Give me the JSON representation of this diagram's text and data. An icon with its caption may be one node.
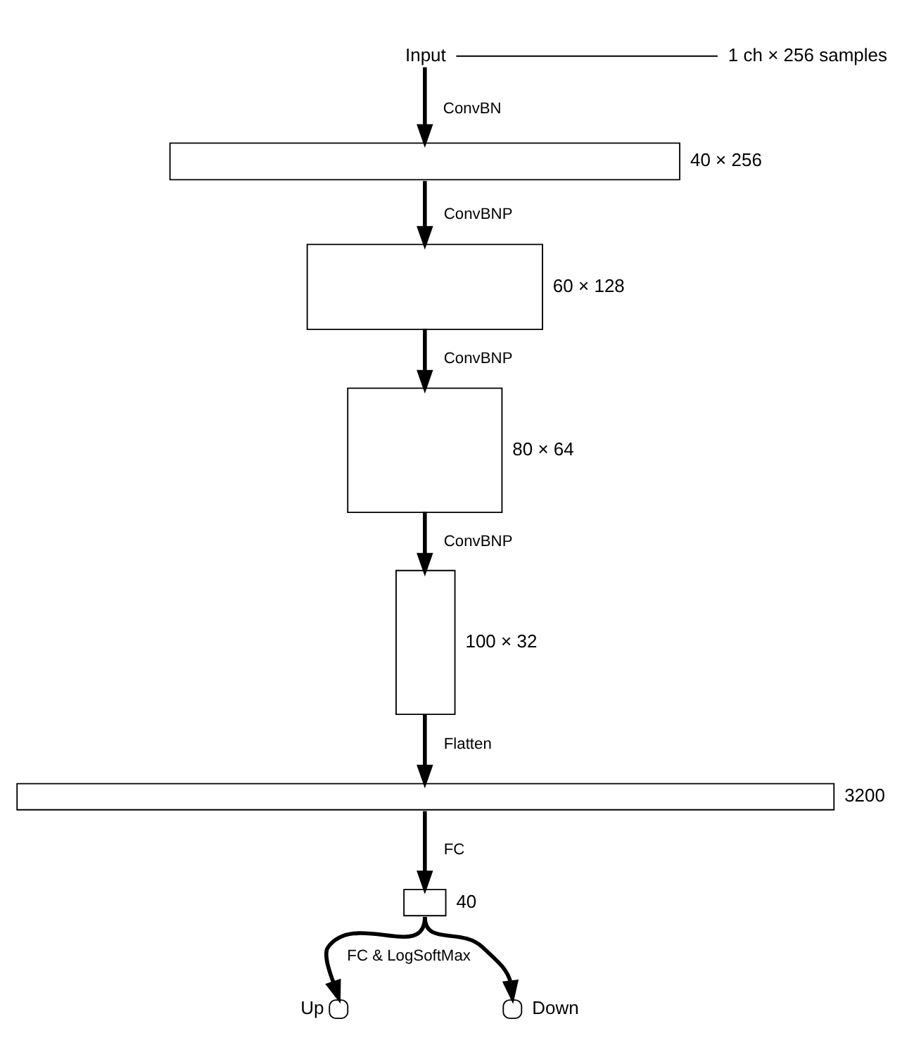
{
  "diagram": {
    "nodes": [
      {
        "text": [
          "Input"
        ],
        "beside": [
          "1 ch × 256 samples"
        ]
      },
      {
        "text": [],
        "shape": "box",
        "beside": [
          "40 × 256"
        ]
      },
      {
        "text": [],
        "shape": "box",
        "beside": [
          "60 × 128"
        ]
      },
      {
        "text": [],
        "shape": "box",
        "beside": [
          "80 × 64"
        ]
      },
      {
        "text": [],
        "shape": "box",
        "beside": [
          "100 × 32"
        ]
      },
      {
        "text": [],
        "shape": "box",
        "beside": [
          "3200"
        ]
      },
      {
        "text": [],
        "shape": "box",
        "beside": [
          "40"
        ]
      },
      {
        "text": [],
        "shape": "circle",
        "beside": [
          "Up"
        ]
      },
      {
        "text": [],
        "shape": "circle",
        "beside": [
          "Down"
        ]
      }
    ],
    "edges": [
      {
        "from": 0,
        "to": 1,
        "arrow": "to",
        "label": "ConvBN"
      },
      {
        "from": 1,
        "to": 2,
        "arrow": "to",
        "label": "ConvBNP"
      },
      {
        "from": 2,
        "to": 3,
        "arrow": "to",
        "label": "ConvBNP"
      },
      {
        "from": 3,
        "to": 4,
        "arrow": "to",
        "label": "ConvBNP"
      },
      {
        "from": 4,
        "to": 5,
        "arrow": "to",
        "label": "Flatten"
      },
      {
        "from": 5,
        "to": 6,
        "arrow": "to",
        "label": "FC"
      },
      {
        "from": 6,
        "to": 7,
        "arrow": "to",
        "label": "FC & LogSoftMax"
      },
      {
        "from": 6,
        "to": 8,
        "arrow": "to"
      }
    ]
  }
}
